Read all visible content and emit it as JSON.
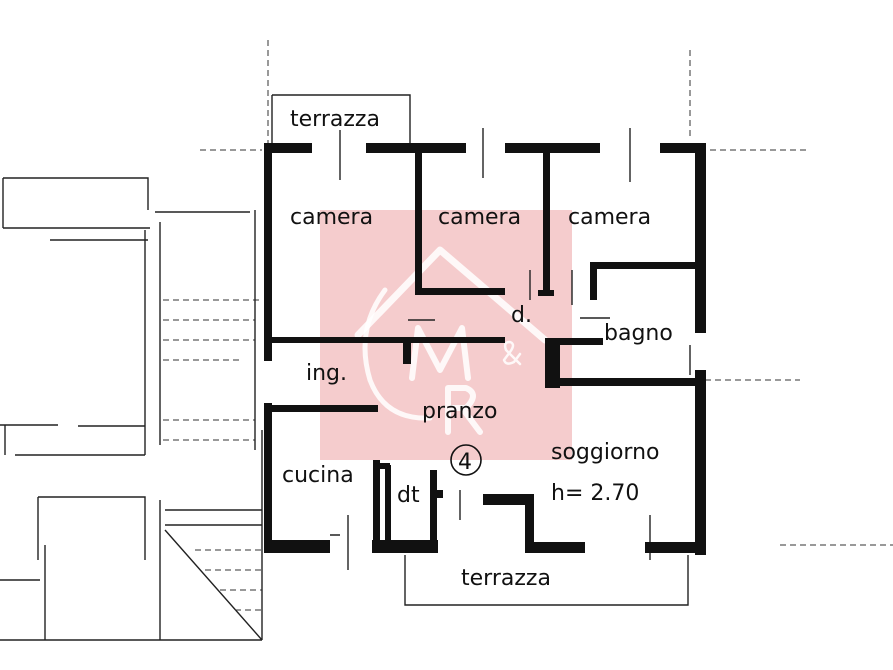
{
  "plan": {
    "rooms": {
      "terrazza_top": "terrazza",
      "camera_1": "camera",
      "camera_2": "camera",
      "camera_3": "camera",
      "disimpegno": "d.",
      "bagno": "bagno",
      "ingresso": "ing.",
      "pranzo": "pranzo",
      "cucina": "cucina",
      "ripostiglio": "dt",
      "soggiorno": "soggiorno",
      "terrazza_bottom": "terrazza"
    },
    "ceiling_height": "h= 2.70",
    "unit_number": "4"
  },
  "watermark": {
    "logo_text": "M&R",
    "color": "#f2c2c4"
  },
  "colors": {
    "walls": "#111111",
    "background": "#ffffff"
  }
}
